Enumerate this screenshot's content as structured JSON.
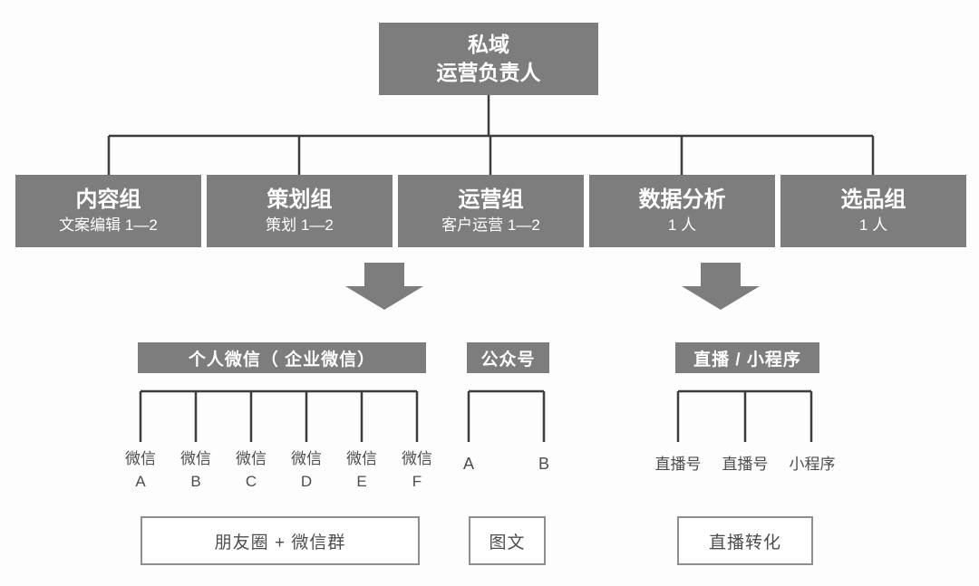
{
  "diagram": {
    "title_semantic": "私域运营团队组织架构图",
    "root": {
      "line1": "私域",
      "line2": "运营负责人"
    },
    "departments": [
      {
        "title": "内容组",
        "subtitle": "文案编辑 1—2"
      },
      {
        "title": "策划组",
        "subtitle": "策划 1—2"
      },
      {
        "title": "运营组",
        "subtitle": "客户运营 1—2"
      },
      {
        "title": "数据分析",
        "subtitle": "1 人"
      },
      {
        "title": "选品组",
        "subtitle": "1 人"
      }
    ],
    "channels": [
      {
        "title": "个人微信（ 企业微信）",
        "leaves": [
          {
            "line1": "微信",
            "line2": "A"
          },
          {
            "line1": "微信",
            "line2": "B"
          },
          {
            "line1": "微信",
            "line2": "C"
          },
          {
            "line1": "微信",
            "line2": "D"
          },
          {
            "line1": "微信",
            "line2": "E"
          },
          {
            "line1": "微信",
            "line2": "F"
          }
        ],
        "outcome": "朋友圈 + 微信群"
      },
      {
        "title": "公众号",
        "leaves": [
          {
            "line1": "A"
          },
          {
            "line1": "B"
          }
        ],
        "outcome": "图文"
      },
      {
        "title": "直播 / 小程序",
        "leaves": [
          {
            "line1": "直播号"
          },
          {
            "line1": "直播号"
          },
          {
            "line1": "小程序"
          }
        ],
        "outcome": "直播转化"
      }
    ],
    "colors": {
      "box_fill": "#7d7d7d",
      "box_text": "#ffffff",
      "connector_line": "#3c3c3c",
      "arrow_fill": "#7d7d7d",
      "outline_border": "#8e8e8e",
      "dark_text": "#4d4d4d",
      "background": "#fdfdfd"
    }
  }
}
